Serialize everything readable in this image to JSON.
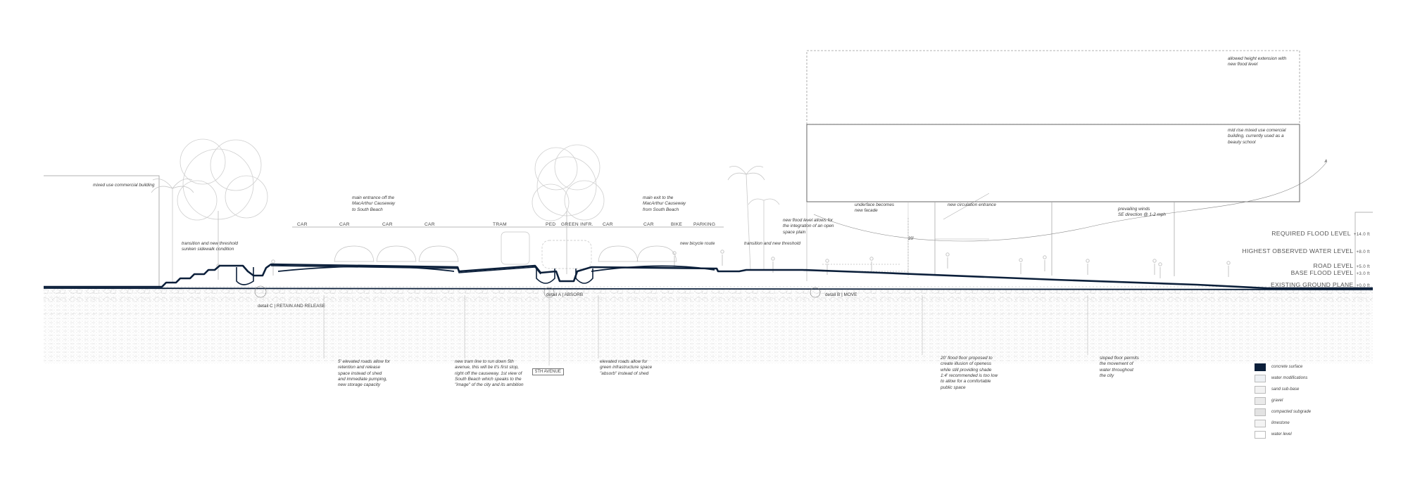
{
  "lanes": [
    "CAR",
    "CAR",
    "CAR",
    "CAR",
    "TRAM",
    "PED",
    "GREEN INFR.",
    "CAR",
    "CAR",
    "BIKE",
    "PARKING"
  ],
  "levels": [
    {
      "label": "REQUIRED FLOOD LEVEL",
      "value": "+14.0 ft"
    },
    {
      "label": "HIGHEST OBSERVED WATER LEVEL",
      "value": "+8.0 ft"
    },
    {
      "label": "ROAD LEVEL",
      "value": "+5.0 ft"
    },
    {
      "label": "BASE FLOOD LEVEL",
      "value": "+3.0 ft"
    },
    {
      "label": "EXISTING GROUND PLANE",
      "value": "+0.0 ft"
    }
  ],
  "annotations": {
    "mixed_use": "mixed use commercial building",
    "main_entrance": "main entrance off the\nMacArthur Causeway\nto South Beach",
    "main_exit": "main exit to the\nMacArthur Causeway\nfrom South Beach",
    "transition_left": "transition and new threshold\nsunken sidewalk condition",
    "new_bicycle": "new bicycle route",
    "transition_right": "transition and new threshold",
    "new_flood_level": "new flood level allows for\nthe integration of an open\nspace plain",
    "underface": "underface becomes\nnew facade",
    "new_circulation": "new circulation entrance",
    "prevailing_winds": "prevailing winds\nSE direction @ 1-2 mph",
    "allowed_height": "allowed height extension with\nnew flood level",
    "midrise": "mid rise mixed use comercial\nbuilding, currently used as a\nbeauty school",
    "elevated_roads": "5' elevated roads allow for\nretention and release\nspace instead of shed\nand immediate pumping,\nnew storage capacity",
    "tram_line": "new tram line to run down 5th\navenue, this will be it's first stop,\nright off the causeway. 1st view of\nSouth Beach which speaks to the\n\"image\" of the city and its ambition",
    "absorb": "elevated roads allow for\ngreen infrastructure space\n\"absorb\" instead of shed",
    "flood_floor": "20' flood floor proposed to\ncreate illusion of openess\nwhile still providing shade\n1:4' recommended is too low\nto allow for a comfortable\npublic space",
    "sloped_floor": "sloped floor permits\nthe movement of\nwater throughout\nthe city",
    "height_marker": "20'"
  },
  "details": {
    "c": "detail C | RETAIN AND RELEASE",
    "a": "detail A | ABSORB",
    "b": "detail B | MOVE"
  },
  "street_tag": "5TH AVENUE",
  "legend": [
    {
      "label": "concrete surface",
      "color": "#0b1f3a"
    },
    {
      "label": "water modifications",
      "color": "#eef1f4"
    },
    {
      "label": "sand sub-base",
      "color": "#f2f2f2"
    },
    {
      "label": "gravel",
      "color": "#eaeaea"
    },
    {
      "label": "compacted subgrade",
      "color": "#e3e3e3"
    },
    {
      "label": "limestone",
      "color": "#f4f4f4"
    },
    {
      "label": "water level",
      "color": "#ffffff"
    }
  ],
  "colors": {
    "concrete": "#0b1f3a",
    "line": "#8a8a8a",
    "ground": "#f1f1f1"
  }
}
